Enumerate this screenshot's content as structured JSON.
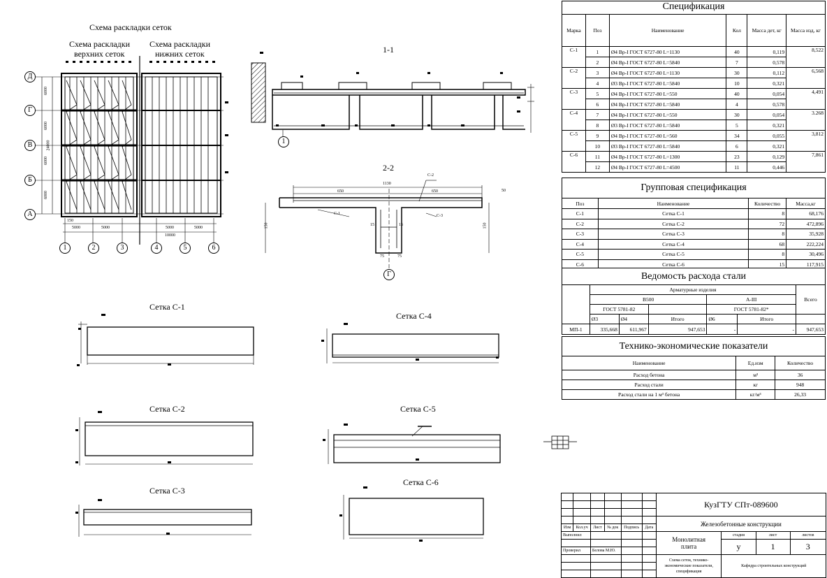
{
  "plan": {
    "title": "Схема раскладки сеток",
    "upper_caption": [
      "Схема раскладки",
      "верхних сеток"
    ],
    "lower_caption": [
      "Схема раскладки",
      "нижних сеток"
    ],
    "axes_rows": [
      "Д",
      "Г",
      "В",
      "Б",
      "А"
    ],
    "axes_cols": [
      "1",
      "2",
      "3",
      "4",
      "5",
      "6"
    ],
    "dim_rows": [
      "6000",
      "6000",
      "6000",
      "6000"
    ],
    "dim_total_v": "24000",
    "dim_cols_left": [
      "150",
      "5000",
      "5000"
    ],
    "dim_cols_right": [
      "5000",
      "5000"
    ],
    "dim_total_h": "10000"
  },
  "section11": {
    "title": "1-1",
    "axis": "1"
  },
  "section22": {
    "title": "2-2",
    "axis": "Г",
    "dims": [
      "1130",
      "650",
      "650",
      "150",
      "150",
      "15",
      "15",
      "75",
      "75",
      "50"
    ],
    "labels": [
      "С-1",
      "С-2",
      "С-3"
    ]
  },
  "mesh": [
    {
      "title": "Сетка С-1"
    },
    {
      "title": "Сетка С-2"
    },
    {
      "title": "Сетка С-3"
    },
    {
      "title": "Сетка С-4"
    },
    {
      "title": "Сетка С-5"
    },
    {
      "title": "Сетка С-6"
    }
  ],
  "spec": {
    "title": "Спецификация",
    "headers": [
      "Марка",
      "Поз",
      "Наименование",
      "Кол",
      "Масса дет, кг",
      "Масса изд, кг"
    ],
    "groups": [
      {
        "mark": "С-1",
        "mass": "8,522",
        "rows": [
          [
            "1",
            "Ø4 Вр-I ГОСТ 6727-80 L=1130",
            "40",
            "0,119"
          ],
          [
            "2",
            "Ø4 Вр-I ГОСТ 6727-80 L=5840",
            "7",
            "0,578"
          ]
        ]
      },
      {
        "mark": "С-2",
        "mass": "6,568",
        "rows": [
          [
            "3",
            "Ø4 Вр-I ГОСТ 6727-80 L=1130",
            "30",
            "0,112"
          ],
          [
            "4",
            "Ø3 Вр-I ГОСТ 6727-80 L=5840",
            "10",
            "0,321"
          ]
        ]
      },
      {
        "mark": "С-3",
        "mass": "4,491",
        "rows": [
          [
            "5",
            "Ø4 Вр-I ГОСТ 6727-80 L=550",
            "40",
            "0,054"
          ],
          [
            "6",
            "Ø4 Вр-I ГОСТ 6727-80 L=5840",
            "4",
            "0,578"
          ]
        ]
      },
      {
        "mark": "С-4",
        "mass": "3.268",
        "rows": [
          [
            "7",
            "Ø4 Вр-I ГОСТ 6727-80 L=550",
            "30",
            "0,054"
          ],
          [
            "8",
            "Ø3 Вр-I ГОСТ 6727-80 L=5840",
            "5",
            "0,321"
          ]
        ]
      },
      {
        "mark": "С-5",
        "mass": "3,812",
        "rows": [
          [
            "9",
            "Ø4 Вр-I ГОСТ 6727-80 L=560",
            "34",
            "0,055"
          ],
          [
            "10",
            "Ø3 Вр-I ГОСТ 6727-80 L=5840",
            "6",
            "0,321"
          ]
        ]
      },
      {
        "mark": "С-6",
        "mass": "7,861",
        "rows": [
          [
            "11",
            "Ø4 Вр-I ГОСТ 6727-80 L=1300",
            "23",
            "0,129"
          ],
          [
            "12",
            "Ø4 Вр-I ГОСТ 6727-80 L=4500",
            "11",
            "0,446"
          ]
        ]
      }
    ]
  },
  "group_spec": {
    "title": "Групповая спецификация",
    "headers": [
      "Поз",
      "Наименование",
      "Количество",
      "Масса,кг"
    ],
    "rows": [
      [
        "С-1",
        "Сетка С-1",
        "8",
        "68,176"
      ],
      [
        "С-2",
        "Сетка С-2",
        "72",
        "472,896"
      ],
      [
        "С-3",
        "Сетка С-3",
        "8",
        "35,928"
      ],
      [
        "С-4",
        "Сетка С-4",
        "68",
        "222,224"
      ],
      [
        "С-5",
        "Сетка С-5",
        "8",
        "30,496"
      ],
      [
        "С-6",
        "Сетка С-6",
        "15",
        "117,915"
      ]
    ]
  },
  "steel": {
    "title": "Ведомость расхода стали",
    "h_products": "Арматурные изделия",
    "h_b500": "В500",
    "h_a3": "А-III",
    "h_total": "Всего",
    "h_gost1": "ГОСТ 5781-82",
    "h_gost2": "ГОСТ 5781-82*",
    "h_d3": "Ø3",
    "h_d4": "Ø4",
    "h_sum1": "Итого",
    "h_d6": "Ø6",
    "h_sum2": "Итого",
    "row": [
      "МП-1",
      "335,668",
      "611,967",
      "947,653",
      "-",
      "-",
      "947,653"
    ]
  },
  "tep": {
    "title": "Технико-экономические показатели",
    "headers": [
      "Наименование",
      "Ед.изм",
      "Количество"
    ],
    "rows": [
      [
        "Расход бетона",
        "м³",
        "36"
      ],
      [
        "Расход стали",
        "кг",
        "948"
      ],
      [
        "Расход стали на 1 м³ бетона",
        "кг/м³",
        "26,33"
      ]
    ]
  },
  "stamp": {
    "code": "КузГТУ СПт-089600",
    "project": "Железобетонные конструкции",
    "sheet_name": [
      "Монолитная",
      "плита"
    ],
    "stage_h": "стадия",
    "sheet_h": "лист",
    "sheets_h": "листов",
    "stage": "у",
    "sheet": "1",
    "sheets": "3",
    "cols": [
      "Изм",
      "Кол.уч",
      "Лист",
      "№ док",
      "Подпись",
      "Дата"
    ],
    "role1": "Выполнил",
    "role2": "Проверил",
    "person2": "Белова М.Ю.",
    "drawing_desc": "Схема сеток, технико-экономические показатели, спецификация",
    "org": "Кафедра строительных конструкций"
  }
}
